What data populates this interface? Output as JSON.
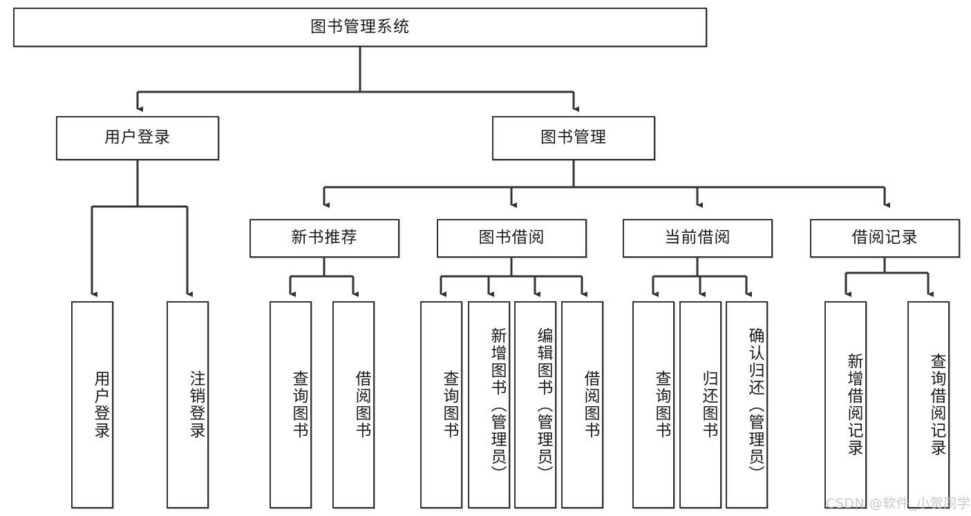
{
  "diagram": {
    "type": "tree-hierarchy-chart",
    "title": "图书管理系统",
    "orientation": "top-down",
    "box_fill": "#ffffff",
    "box_stroke": "#333333",
    "connector_stroke": "#333333",
    "nodes": {
      "root": {
        "label": "图书管理系统",
        "level": 1
      },
      "user_login": {
        "label": "用户登录",
        "level": 2
      },
      "book_manage": {
        "label": "图书管理",
        "level": 2
      },
      "new_book_rec": {
        "label": "新书推荐",
        "level": 3
      },
      "book_borrow": {
        "label": "图书借阅",
        "level": 3
      },
      "current_borrow": {
        "label": "当前借阅",
        "level": 3
      },
      "borrow_record": {
        "label": "借阅记录",
        "level": 3
      },
      "leaf_user_login": {
        "label": "用户登录",
        "level": 3
      },
      "leaf_logout_login": {
        "label": "注销登录",
        "level": 3
      },
      "leaf_query_book_1": {
        "label": "查询图书",
        "level": 4
      },
      "leaf_borrow_book_1": {
        "label": "借阅图书",
        "level": 4
      },
      "leaf_query_book_2": {
        "label": "查询图书",
        "level": 4
      },
      "leaf_add_book": {
        "label": "新增图书（管理员）",
        "level": 4
      },
      "leaf_edit_book": {
        "label": "编辑图书（管理员）",
        "level": 4
      },
      "leaf_borrow_book_2": {
        "label": "借阅图书",
        "level": 4
      },
      "leaf_query_book_3": {
        "label": "查询图书",
        "level": 4
      },
      "leaf_return_book": {
        "label": "归还图书",
        "level": 4
      },
      "leaf_confirm_return": {
        "label": "确认归还（管理员）",
        "level": 4
      },
      "leaf_add_record": {
        "label": "新增借阅记录",
        "level": 4
      },
      "leaf_query_record": {
        "label": "查询借阅记录",
        "level": 4
      }
    },
    "edges": [
      {
        "from": "root",
        "to": "user_login"
      },
      {
        "from": "root",
        "to": "book_manage"
      },
      {
        "from": "user_login",
        "to": "leaf_user_login"
      },
      {
        "from": "user_login",
        "to": "leaf_logout_login"
      },
      {
        "from": "book_manage",
        "to": "new_book_rec"
      },
      {
        "from": "book_manage",
        "to": "book_borrow"
      },
      {
        "from": "book_manage",
        "to": "current_borrow"
      },
      {
        "from": "book_manage",
        "to": "borrow_record"
      },
      {
        "from": "new_book_rec",
        "to": "leaf_query_book_1"
      },
      {
        "from": "new_book_rec",
        "to": "leaf_borrow_book_1"
      },
      {
        "from": "book_borrow",
        "to": "leaf_query_book_2"
      },
      {
        "from": "book_borrow",
        "to": "leaf_add_book"
      },
      {
        "from": "book_borrow",
        "to": "leaf_edit_book"
      },
      {
        "from": "book_borrow",
        "to": "leaf_borrow_book_2"
      },
      {
        "from": "current_borrow",
        "to": "leaf_query_book_3"
      },
      {
        "from": "current_borrow",
        "to": "leaf_return_book"
      },
      {
        "from": "current_borrow",
        "to": "leaf_confirm_return"
      },
      {
        "from": "borrow_record",
        "to": "leaf_add_record"
      },
      {
        "from": "borrow_record",
        "to": "leaf_query_record"
      }
    ]
  },
  "watermark": {
    "text": "CSDN @软件_小贺同学",
    "color": "#c8c8c8"
  }
}
